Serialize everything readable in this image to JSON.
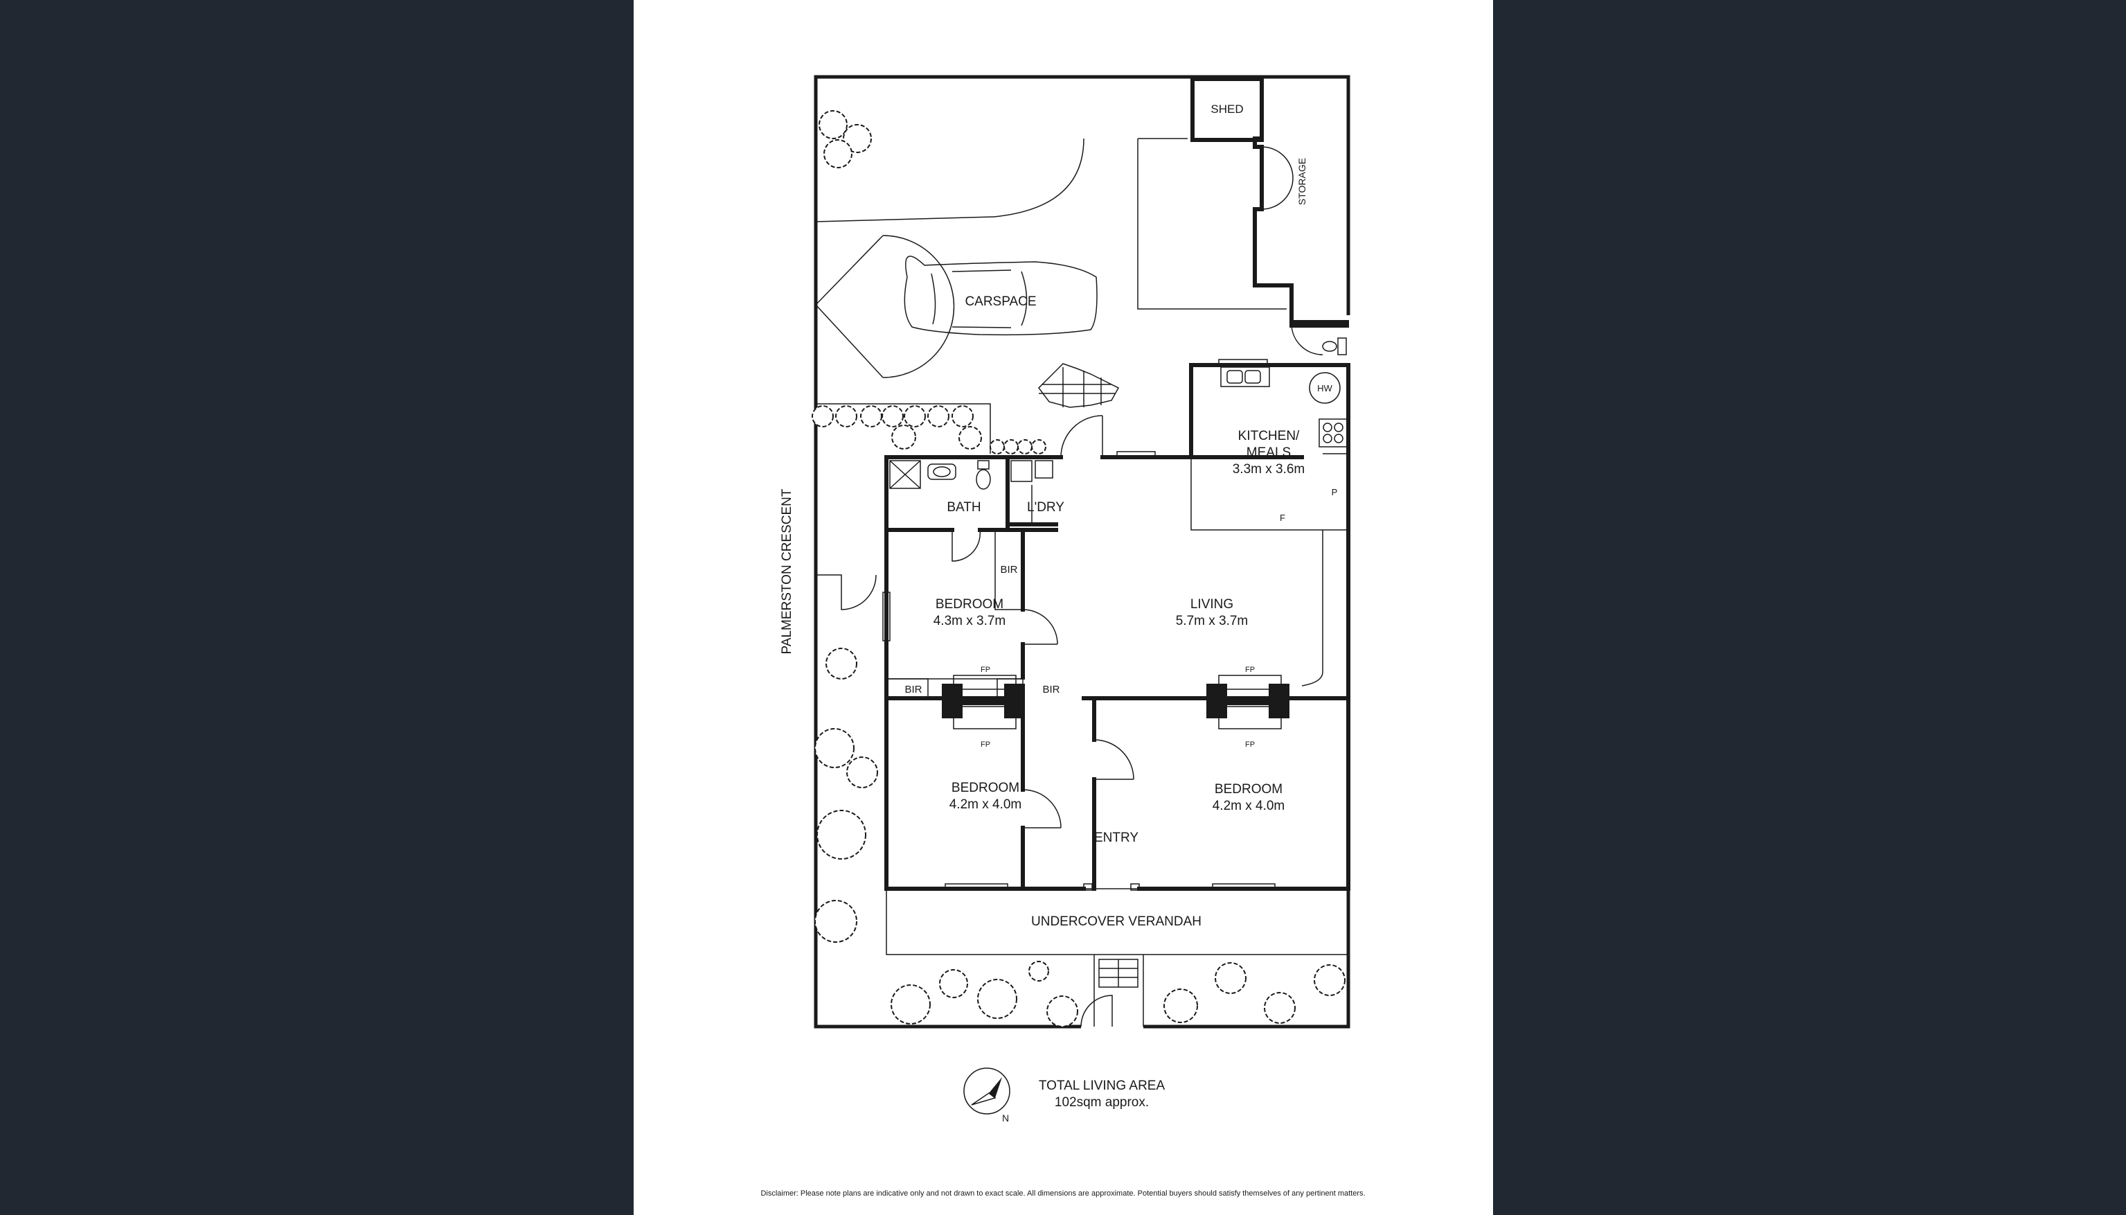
{
  "plan": {
    "street": "PALMERSTON CRESCENT",
    "rooms": {
      "shed": "SHED",
      "storage": "STORAGE",
      "carspace": "CARSPACE",
      "kitchen_name_1": "KITCHEN/",
      "kitchen_name_2": "MEALS",
      "kitchen_size": "3.3m x 3.6m",
      "hw": "HW",
      "pantry": "P",
      "fridge": "F",
      "bath": "BATH",
      "laundry": "L'DRY",
      "bir": "BIR",
      "bedroom_label": "BEDROOM",
      "bedroom1_size": "4.3m x 3.7m",
      "bedroom2_size": "4.2m x 4.0m",
      "bedroom3_size": "4.2m x 4.0m",
      "living": "LIVING",
      "living_size": "5.7m x 3.7m",
      "fp": "FP",
      "entry": "ENTRY",
      "verandah": "UNDERCOVER VERANDAH"
    },
    "compass_n": "N",
    "total_title": "TOTAL LIVING AREA",
    "total_value": "102sqm approx.",
    "disclaimer": "Disclaimer: Please note plans are indicative only and not drawn to exact scale. All dimensions are approximate. Potential buyers should satisfy themselves of any pertinent matters."
  }
}
